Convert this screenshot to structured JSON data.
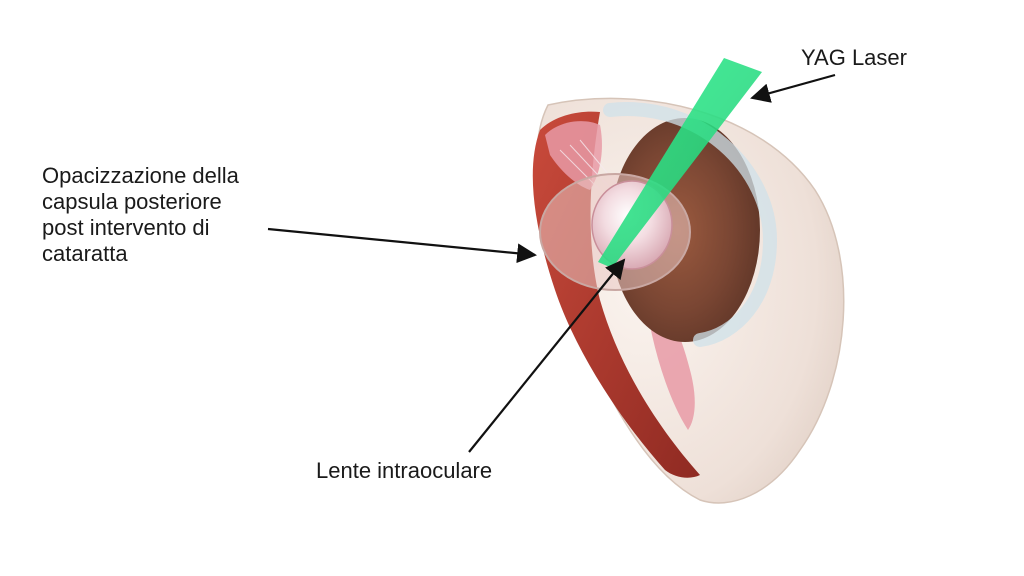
{
  "labels": {
    "yag_laser": "YAG Laser",
    "posterior_capsule_opacification": [
      "Opacizzazione della",
      "capsula posteriore",
      "post intervento di",
      "cataratta"
    ],
    "intraocular_lens": "Lente intraoculare"
  },
  "colors": {
    "laser": "#2ee88a",
    "sclera": "#efe3dc",
    "choroid": "#b5372c",
    "iris": "#7a4a36",
    "lens": "#f2d6dc",
    "cornea": "#cfe2ea",
    "ciliary": "#e89aa6"
  },
  "icons": {
    "arrow": "arrow-icon"
  }
}
